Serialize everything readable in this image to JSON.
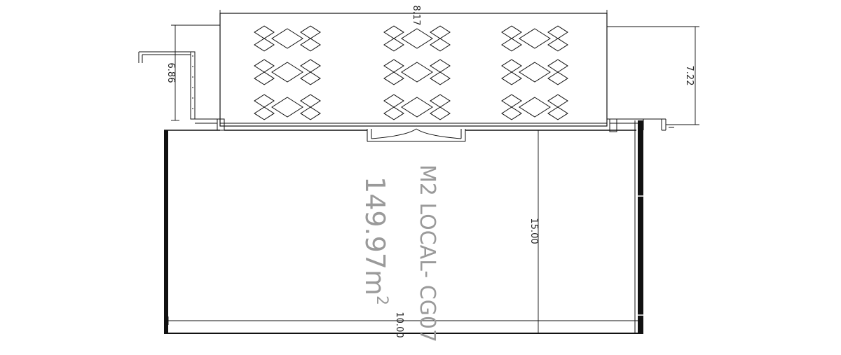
{
  "plan": {
    "local_label": "M2 LOCAL- CG07",
    "area_value": "149.97m",
    "area_unit_sup": "2",
    "dimensions": {
      "terrace_width": "8.17",
      "terrace_depth_left": "6.86",
      "terrace_depth_right": "7.22",
      "local_depth": "15.00",
      "local_width": "10.00"
    },
    "table_groups": 9,
    "colors": {
      "line": "#111111",
      "label": "#9a9a9a",
      "background": "#ffffff"
    }
  }
}
